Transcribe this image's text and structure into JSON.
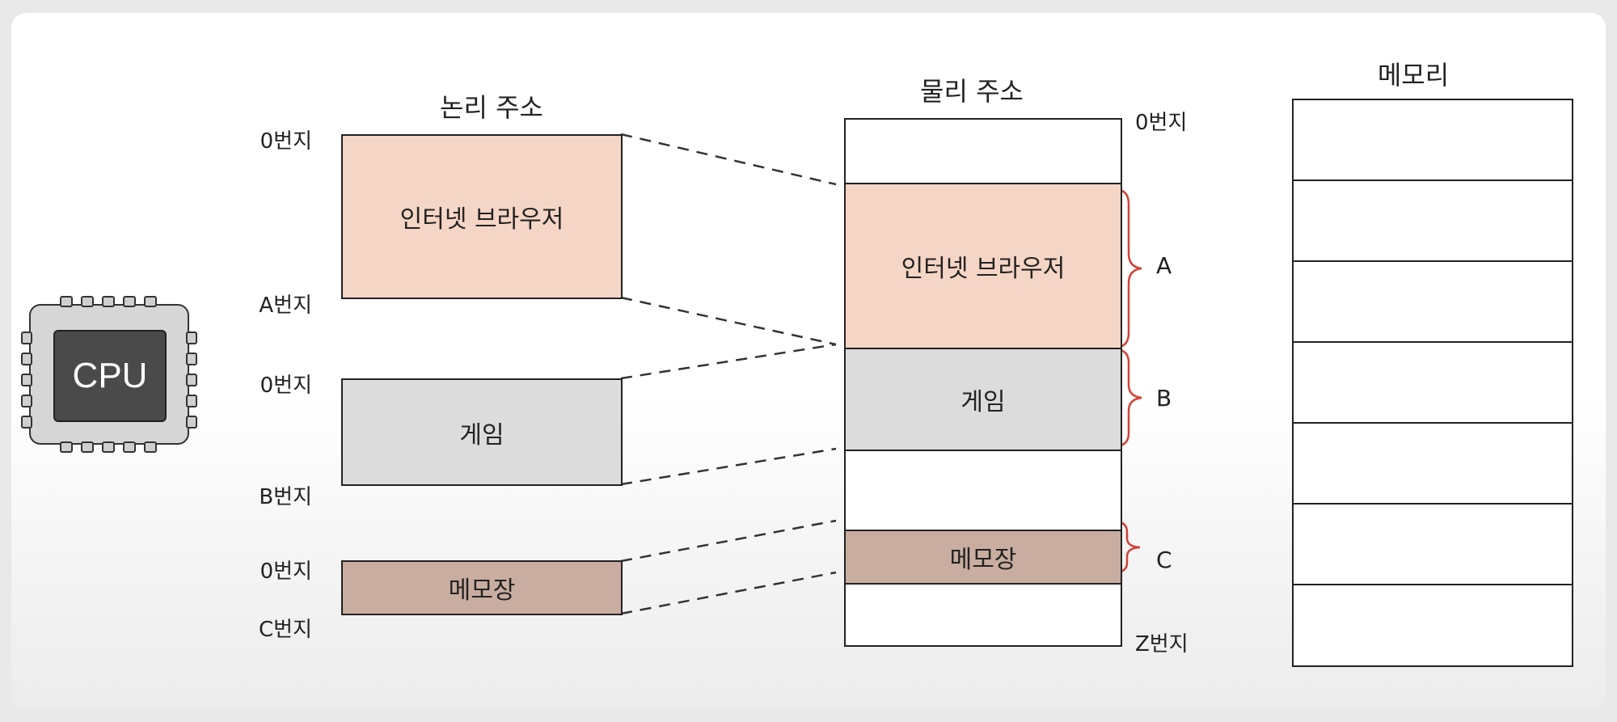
{
  "cpu": {
    "label": "CPU"
  },
  "logical": {
    "heading": "논리 주소",
    "segments": [
      {
        "label": "인터넷 브라우저",
        "start": "0번지",
        "end": "A번지",
        "color": "#f5d5c5"
      },
      {
        "label": "게임",
        "start": "0번지",
        "end": "B번지",
        "color": "#dcdcdc"
      },
      {
        "label": "메모장",
        "start": "0번지",
        "end": "C번지",
        "color": "#c9ada0"
      }
    ]
  },
  "physical": {
    "heading": "물리 주소",
    "start": "0번지",
    "end": "Z번지",
    "segments": [
      {
        "label": "인터넷 브라우저",
        "brace": "A"
      },
      {
        "label": "게임",
        "brace": "B"
      },
      {
        "label": "메모장",
        "brace": "C"
      }
    ]
  },
  "memory": {
    "heading": "메모리",
    "cells": 7
  },
  "colors": {
    "brace": "#d0433a",
    "line": "#333333"
  }
}
